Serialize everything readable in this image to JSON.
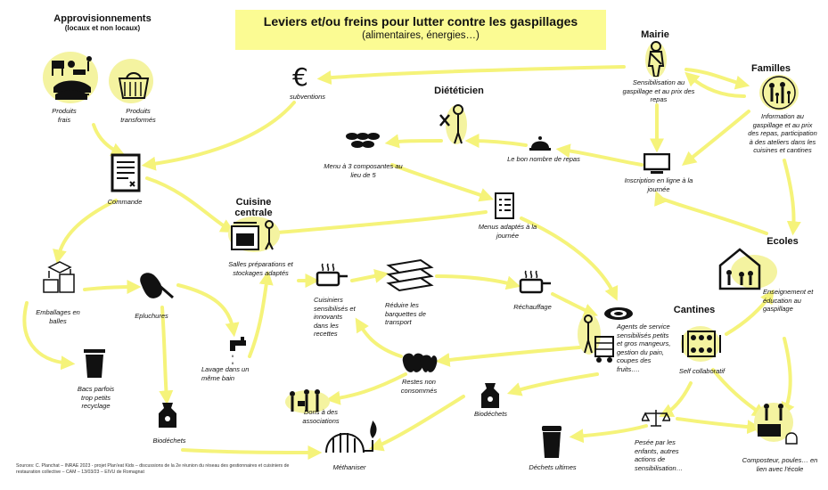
{
  "title": {
    "main": "Leviers et/ou freins pour lutter contre les gaspillages",
    "sub": "(alimentaires, énergies…)"
  },
  "headings": {
    "approvisionnements": "Approvisionnements",
    "approvisionnements_sub": "(locaux et non locaux)",
    "dieteticien": "Diététicien",
    "cuisine_centrale": "Cuisine centrale",
    "mairie": "Mairie",
    "familles": "Familles",
    "ecoles": "Ecoles",
    "cantines": "Cantines"
  },
  "labels": {
    "produits_frais": "Produits frais",
    "produits_transformes": "Produits transformés",
    "subventions": "subventions",
    "commande": "Commande",
    "menu_3": "Menu à 3 composantes au lieu de 5",
    "bon_nombre": "Le bon nombre de repas",
    "sensibilisation_mairie": "Sensibilisation au gaspillage et au prix des repas",
    "info_familles": "Information au gaspillage et au prix des repas, participation à des ateliers dans les cuisines et cantines",
    "inscription": "Inscription en ligne à la journée",
    "menus_adaptes": "Menus adaptés à la journée",
    "salles": "Salles préparations et stockages adaptés",
    "emballages": "Emballages en balles",
    "epluchures": "Epluchures",
    "cuisiniers": "Cuisiniers sensibilisés et innovants dans les recettes",
    "barquettes": "Réduire les barquettes de transport",
    "rechauffage": "Réchauffage",
    "agents": "Agents de service sensibilisés petits et gros mangeurs, gestion du pain, coupes des fruits….",
    "self": "Self collaboratif",
    "enseignement": "Enseignement et éducation au gaspillage",
    "bacs": "Bacs parfois trop petits recyclage",
    "lavage": "Lavage dans un même bain",
    "restes": "Restes non consommés",
    "dons": "Dons à des associations",
    "biodechets1": "Biodéchets",
    "biodechets2": "Biodéchets",
    "methaniser": "Méthaniser",
    "dechets_ultimes": "Déchets ultimes",
    "pesee": "Pesée par les enfants, autres actions de sensibilisation…",
    "composteur": "Composteur, poules… en lien avec l'école"
  },
  "sources": "Sources: C. Planchat – INRAE 2023 - projet Plan'eat Kids – discussions de la 2e réunion du réseau des gestionnaires et cuisiniers de restauration collective – CAM – 13/03/23 – EIVU de Romagnat",
  "colors": {
    "arrow": "#f5f37a",
    "highlight": "#fbfb93",
    "ink": "#111111"
  },
  "icons": [
    "farm-animals-icon",
    "hands-icon",
    "basket-icon",
    "euro-icon",
    "order-form-icon",
    "chef-icon",
    "plates-icon",
    "cloche-icon",
    "computer-icon",
    "menu-list-icon",
    "kitchen-icon",
    "boxes-icon",
    "peeling-icon",
    "tap-icon",
    "pot-icon",
    "trays-icon",
    "warm-pot-icon",
    "plate-icon",
    "agent-icon",
    "table-icon",
    "school-icon",
    "bin-icon",
    "waste-bag-icon",
    "apples-icon",
    "people-icon",
    "methaniser-icon",
    "trash-bin-icon",
    "scale-icon",
    "compost-icon",
    "family-icon",
    "mayor-icon"
  ]
}
